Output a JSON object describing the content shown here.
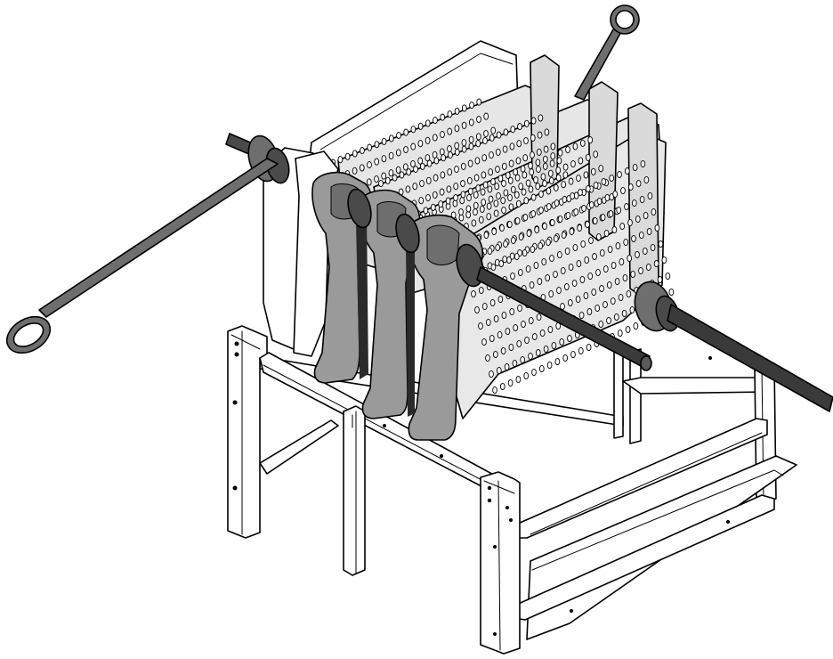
{
  "figure": {
    "colors": {
      "background": "#ffffff",
      "outline": "#000000",
      "frame_fill": "#ffffff",
      "plate_fill": "#e6e6e6",
      "plate_shade": "#cfcfcf",
      "casting_fill": "#9a9a9a",
      "casting_dark": "#6e6e6e",
      "rod_fill": "#4a4a4a",
      "rod_dark": "#2a2a2a"
    },
    "components": {
      "heat_exchanger_sections": 5,
      "lifting_tools": 2,
      "nipple_bars": 2,
      "support_frame": 1
    }
  }
}
